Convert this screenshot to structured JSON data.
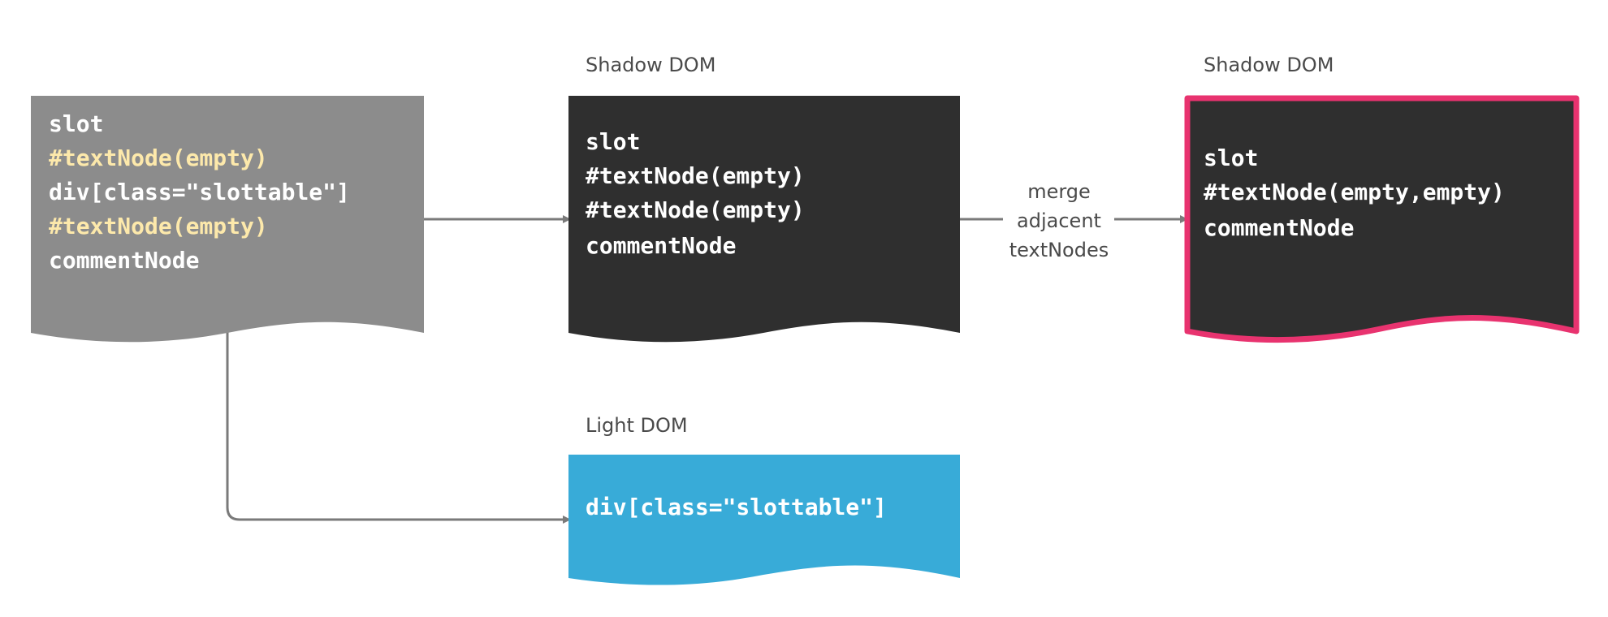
{
  "colors": {
    "source_fill": "#8c8c8c",
    "shadow_fill": "#2f2f2f",
    "light_fill": "#38abd8",
    "result_border": "#e8336f",
    "highlight_text": "#fde9ab",
    "text": "#ffffff",
    "arrow": "#7a7a7a",
    "label": "#4a4a4a"
  },
  "source_doc": {
    "lines": [
      "slot",
      "#textNode(empty)",
      "div[class=\"slottable\"]",
      "#textNode(empty)",
      "commentNode"
    ],
    "highlighted_lines": [
      1,
      3
    ]
  },
  "shadow_doc": {
    "label": "Shadow DOM",
    "lines": [
      "slot",
      "#textNode(empty)",
      "#textNode(empty)",
      "commentNode"
    ]
  },
  "merge_step": {
    "lines": [
      "merge",
      "adjacent",
      "textNodes"
    ]
  },
  "result_doc": {
    "label": "Shadow DOM",
    "lines": [
      "slot",
      "#textNode(empty,empty)",
      "commentNode"
    ]
  },
  "light_doc": {
    "label": "Light DOM",
    "lines": [
      "div[class=\"slottable\"]"
    ]
  }
}
